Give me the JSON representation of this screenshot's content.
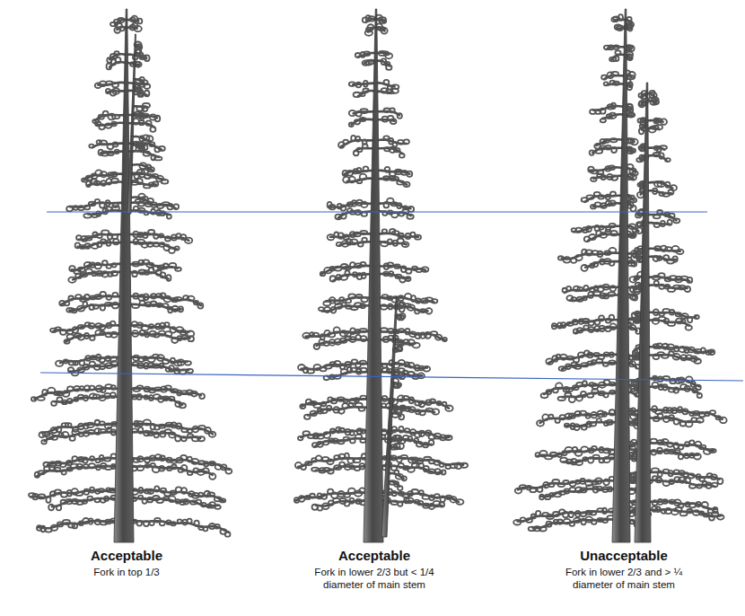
{
  "diagram": {
    "labels": [
      "Acceptable",
      "Fork in top 1/3",
      "Acceptable",
      "Fork in lower 2/3 but < 1/4 diameter of main stem",
      "Unacceptable",
      "Fork in lower 2/3 and > ¼ diameter of main stem"
    ]
  }
}
